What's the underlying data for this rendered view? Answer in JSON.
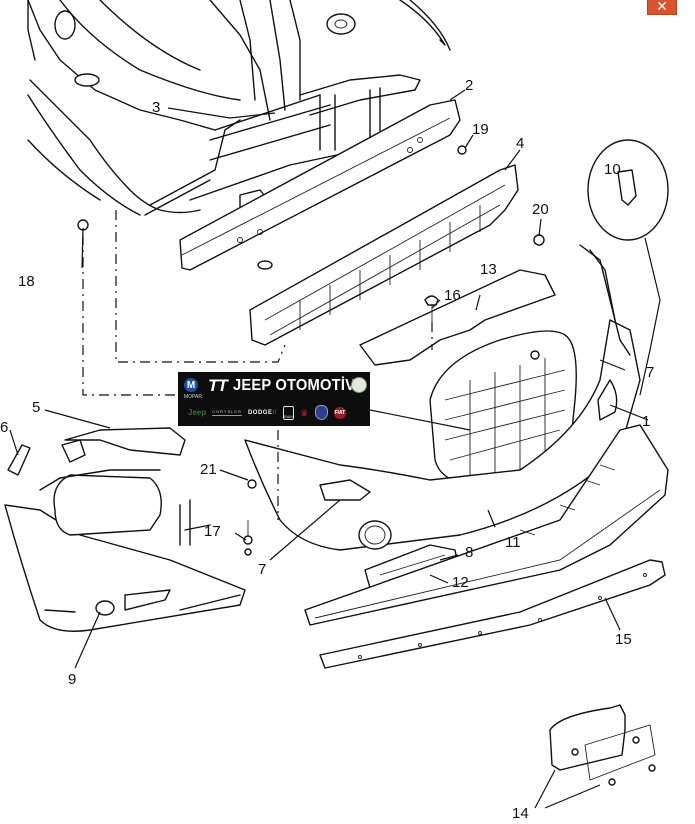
{
  "window": {
    "close_button": {
      "label": "✕",
      "icon": "close-icon",
      "color": "#d9532c"
    }
  },
  "diagram": {
    "title": "Front bumper assembly exploded view",
    "callouts": [
      {
        "id": "1",
        "label": "1"
      },
      {
        "id": "2",
        "label": "2"
      },
      {
        "id": "3",
        "label": "3"
      },
      {
        "id": "4",
        "label": "4"
      },
      {
        "id": "5",
        "label": "5"
      },
      {
        "id": "6",
        "label": "6"
      },
      {
        "id": "7a",
        "label": "7"
      },
      {
        "id": "7b",
        "label": "7"
      },
      {
        "id": "8",
        "label": "8"
      },
      {
        "id": "9",
        "label": "9"
      },
      {
        "id": "10",
        "label": "10"
      },
      {
        "id": "11",
        "label": "11"
      },
      {
        "id": "12",
        "label": "12"
      },
      {
        "id": "13",
        "label": "13"
      },
      {
        "id": "14",
        "label": "14"
      },
      {
        "id": "15",
        "label": "15"
      },
      {
        "id": "16",
        "label": "16"
      },
      {
        "id": "17",
        "label": "17"
      },
      {
        "id": "18",
        "label": "18"
      },
      {
        "id": "19",
        "label": "19"
      },
      {
        "id": "20",
        "label": "20"
      },
      {
        "id": "21",
        "label": "21"
      }
    ]
  },
  "watermark": {
    "tt_mark": "TT",
    "brand_name": "JEEP OTOMOTİV",
    "mopar_text": "MOPAR",
    "logos": {
      "jeep": "Jeep",
      "chrysler": "CHRYSLER",
      "dodge": "DODGE",
      "ram": "RAM",
      "fiat": "FIAT"
    },
    "background_color": "#0d0d0d"
  }
}
